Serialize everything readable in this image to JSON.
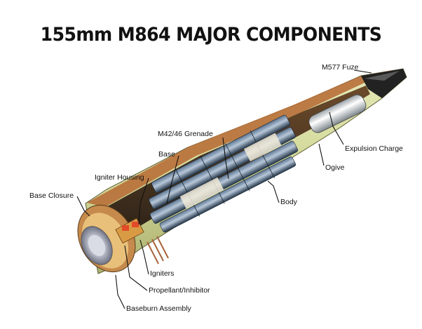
{
  "title": "155mm M864 MAJOR COMPONENTS",
  "labels": {
    "fuze": "M577 Fuze",
    "grenade": "M42/46 Grenade",
    "expulsion": "Expulsion Charge",
    "base": "Base",
    "ogive": "Ogive",
    "igniter_housing": "Igniter Housing",
    "body": "Body",
    "base_closure": "Base Closure",
    "igniters": "Igniters",
    "propellant": "Propellant/Inhibitor",
    "baseburn": "Baseburn Assembly"
  }
}
